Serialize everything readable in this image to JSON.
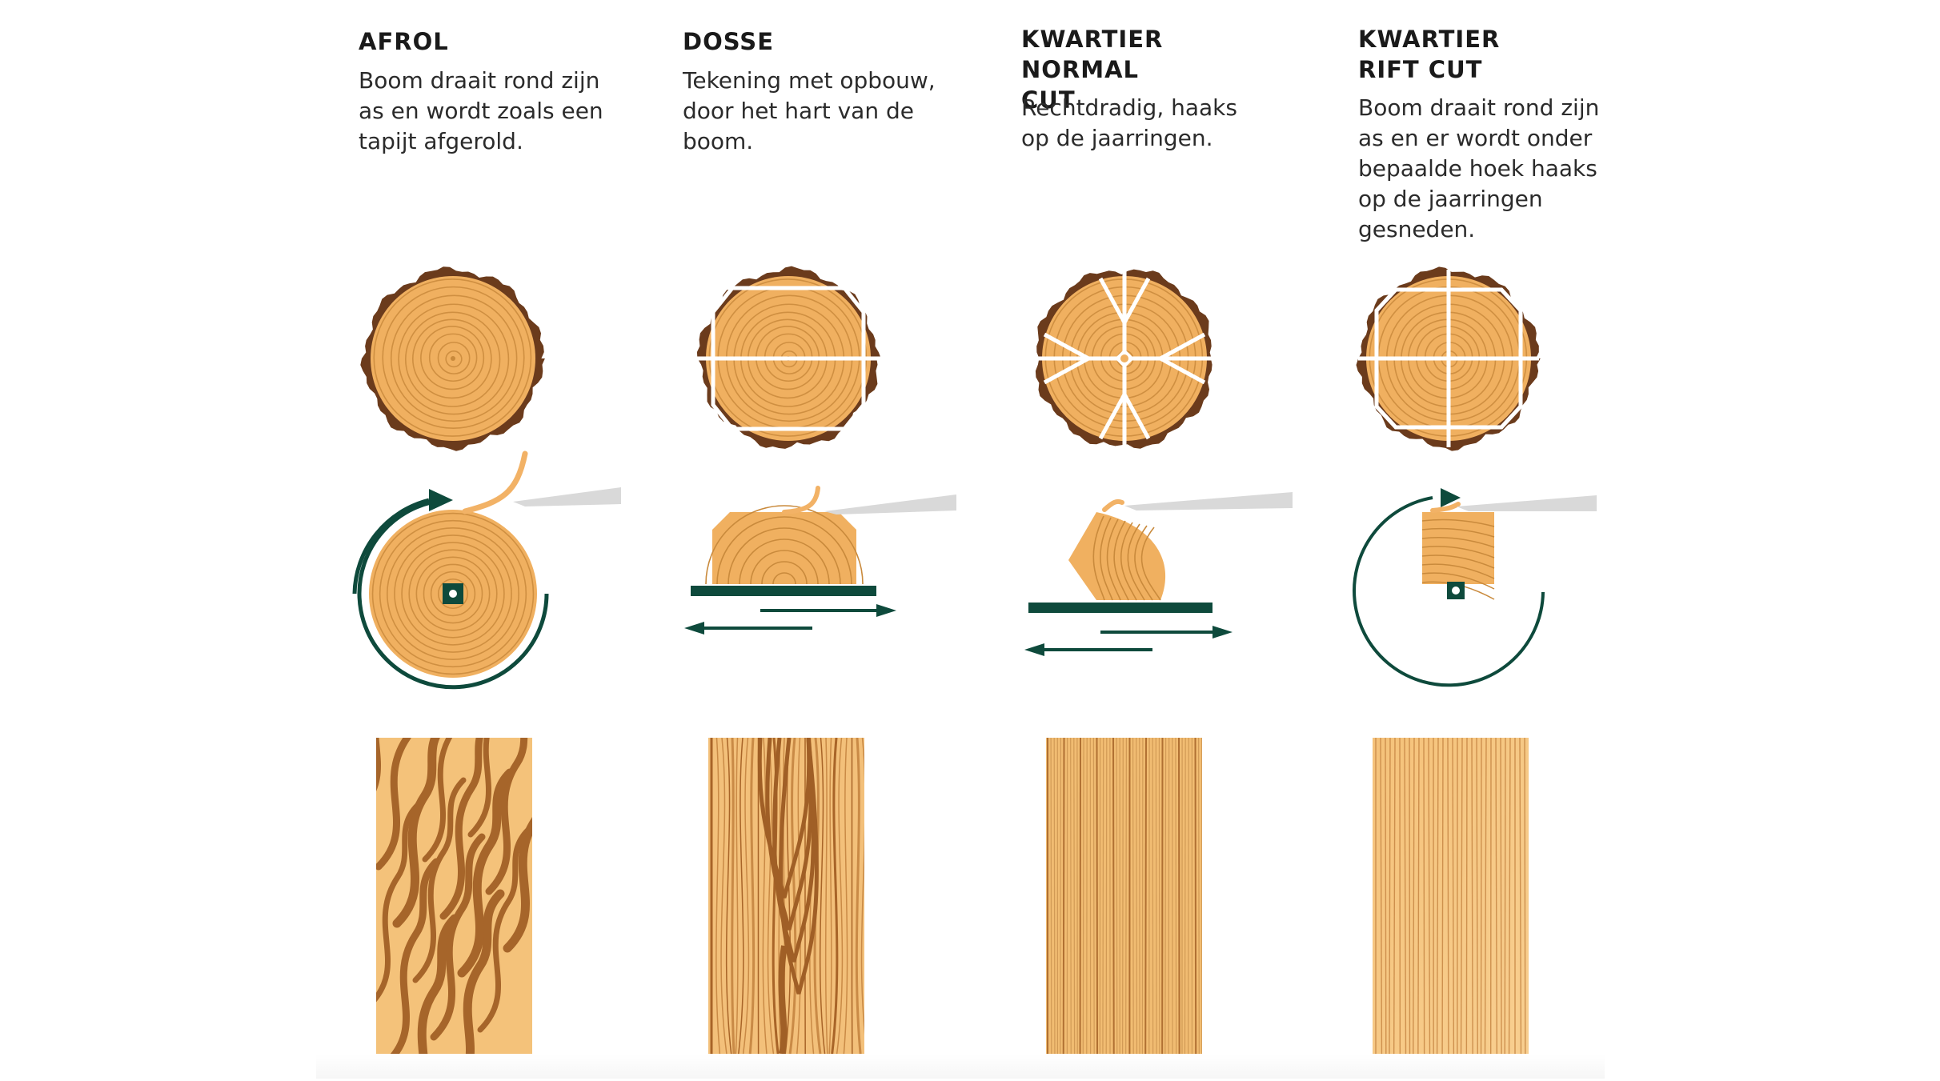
{
  "columns": [
    {
      "id": "afrol",
      "title_lines": [
        "AFROL"
      ],
      "desc_lines": [
        "Boom draait rond zijn",
        "as en wordt zoals een",
        "tapijt afgerold."
      ],
      "log_icon": "log-cross-section-icon",
      "cut_icon": "rotary-peel-icon",
      "grain_icon": "wavy-grain-veneer-icon"
    },
    {
      "id": "dosse",
      "title_lines": [
        "DOSSE"
      ],
      "desc_lines": [
        "Tekening met opbouw,",
        "door het hart van de",
        "boom."
      ],
      "log_icon": "log-flat-cut-icon",
      "cut_icon": "flat-slice-icon",
      "grain_icon": "cathedral-grain-veneer-icon"
    },
    {
      "id": "kwartier-normal",
      "title_lines": [
        "KWARTIER",
        "NORMAL CUT"
      ],
      "desc_lines": [
        "Rechtdradig, haaks",
        "op de jaarringen."
      ],
      "log_icon": "log-quarter-cut-icon",
      "cut_icon": "quarter-slice-icon",
      "grain_icon": "straight-grain-veneer-icon"
    },
    {
      "id": "kwartier-rift",
      "title_lines": [
        "KWARTIER",
        "RIFT CUT"
      ],
      "desc_lines": [
        "Boom draait rond zijn",
        "as en er wordt onder",
        "bepaalde hoek haaks",
        "op de jaarringen",
        "gesneden."
      ],
      "log_icon": "log-rift-cut-icon",
      "cut_icon": "rift-rotary-slice-icon",
      "grain_icon": "fine-straight-grain-veneer-icon"
    }
  ],
  "colors": {
    "wood": "#f0b060",
    "wood_light": "#f6c98a",
    "ring": "#c98a3c",
    "bark": "#6b3b1c",
    "accent": "#0e4a3c",
    "blade": "#d9d9d9",
    "veneer": "#f3bf6e",
    "peel": "#f2b266"
  }
}
